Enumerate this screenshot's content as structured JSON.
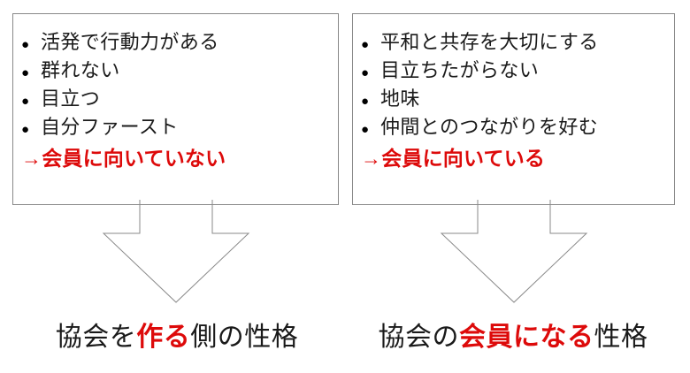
{
  "theme": {
    "accent_red": "#dd0a0a",
    "box_border": "#888888",
    "arrow_stroke": "#8a8a8a",
    "text_color": "#1a1a1a",
    "background": "#ffffff"
  },
  "bullet_glyph": "●",
  "boxes": [
    {
      "id": "left",
      "traits": [
        "活発で行動力がある",
        "群れない",
        "目立つ",
        "自分ファースト"
      ],
      "conclusion": "→会員に向いていない"
    },
    {
      "id": "right",
      "traits": [
        "平和と共存を大切にする",
        "目立ちたがらない",
        "地味",
        "仲間とのつながりを好む"
      ],
      "conclusion": "→会員に向いている"
    }
  ],
  "captions": [
    {
      "id": "left",
      "full_text": "協会を作る側の性格",
      "prefix": "協会を",
      "emphasis": "作る",
      "suffix": "側の性格"
    },
    {
      "id": "right",
      "full_text": "協会の会員になる性格",
      "prefix": "協会の",
      "emphasis": "会員になる",
      "suffix": "性格"
    }
  ]
}
